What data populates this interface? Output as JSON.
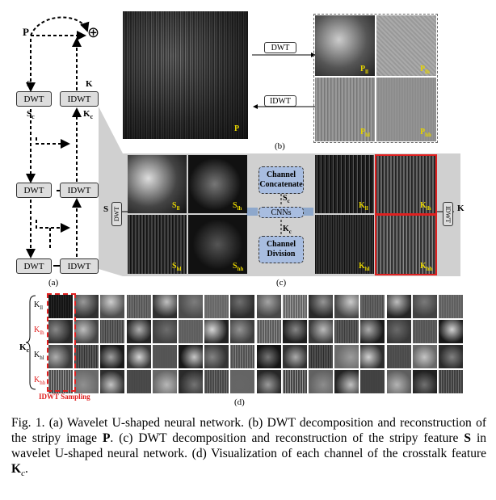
{
  "panel_a": {
    "p_label": "P",
    "s_label": "S",
    "k_label": "K",
    "sc_label": "S",
    "sc_sub": "c",
    "kc_label": "K",
    "kc_sub": "c",
    "plus": "⊕",
    "dwt": "DWT",
    "idwt": "IDWT",
    "caption": "(a)"
  },
  "panel_b": {
    "dwt": "DWT",
    "idwt": "IDWT",
    "p": "P",
    "p_ll": "P",
    "p_ll_sub": "ll",
    "p_lh": "P",
    "p_lh_sub": "lh",
    "p_hl": "P",
    "p_hl_sub": "hl",
    "p_hh": "P",
    "p_hh_sub": "hh",
    "caption": "(b)"
  },
  "panel_c": {
    "s": "S",
    "k": "K",
    "dwt": "DWT",
    "idwt": "IDWT",
    "s_ll": "S",
    "s_ll_sub": "ll",
    "s_lh": "S",
    "s_lh_sub": "lh",
    "s_hl": "S",
    "s_hl_sub": "hl",
    "s_hh": "S",
    "s_hh_sub": "hh",
    "k_ll": "K",
    "k_ll_sub": "ll",
    "k_lh": "K",
    "k_lh_sub": "lh",
    "k_hl": "K",
    "k_hl_sub": "hl",
    "k_hh": "K",
    "k_hh_sub": "hh",
    "concat": "Channel Concatenate",
    "sc": "S",
    "sc_sub": "c",
    "cnns": "CNNs",
    "kc": "K",
    "kc_sub": "c",
    "division": "Channel Division",
    "caption": "(c)"
  },
  "panel_d": {
    "kc": "K",
    "kc_sub": "c",
    "rows": [
      {
        "label": "K",
        "sub": "ll",
        "color": "#000000"
      },
      {
        "label": "K",
        "sub": "lh",
        "color": "#e02020"
      },
      {
        "label": "K",
        "sub": "hl",
        "color": "#000000"
      },
      {
        "label": "K",
        "sub": "hh",
        "color": "#e02020"
      }
    ],
    "sampling": "IDWT Sampling",
    "caption": "(d)"
  },
  "caption": {
    "text": "Fig. 1.   (a) Wavelet U-shaped neural network. (b) DWT decomposition and reconstruction of the stripy image ",
    "p": "P",
    "text2": ". (c) DWT decomposition and reconstruction of the stripy feature ",
    "s": "S",
    "text3": " in wavelet U-shaped neural network. (d) Visualization of each channel of the crosstalk feature ",
    "k": "K",
    "k_sub": "c",
    "end": "."
  }
}
